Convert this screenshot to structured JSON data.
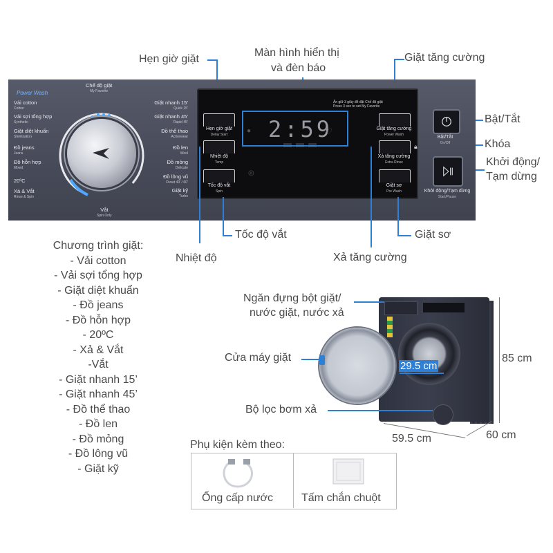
{
  "callouts": {
    "hen_gio_giat": "Hẹn giờ giặt",
    "man_hinh_1": "Màn hình hiển thị",
    "man_hinh_2": "và đèn báo",
    "giat_tang_cuong": "Giặt tăng cường",
    "bat_tat": "Bật/Tắt",
    "khoa": "Khóa",
    "khoi_dong_1": "Khởi động/",
    "khoi_dong_2": "Tạm dừng",
    "toc_do_vat": "Tốc độ vắt",
    "giat_so": "Giặt sơ",
    "nhiet_do": "Nhiệt độ",
    "xa_tang_cuong": "Xả tăng cường",
    "ngan_dung_1": "Ngăn đựng bột giặt/",
    "ngan_dung_2": "nước giặt, nước xả",
    "cua_may_giat": "Cửa máy giặt",
    "bo_loc": "Bộ lọc bơm xả"
  },
  "programs": {
    "title": "Chương trình giặt:",
    "items": [
      "- Vải cotton",
      "- Vải sợi tổng hợp",
      "- Giặt diệt khuẩn",
      "- Đồ jeans",
      "- Đồ hỗn hợp",
      "- 20ºC",
      "- Xả & Vắt",
      "-Vắt",
      "- Giặt nhanh 15’",
      "- Giặt nhanh 45’",
      "- Đồ thể thao",
      "- Đồ len",
      "- Đồ mỏng",
      "- Đồ lông vũ",
      "- Giặt kỹ"
    ]
  },
  "panel": {
    "power_wash": "Power Wash",
    "fav_title": "Chế độ giặt",
    "fav_sub": "My Favorite",
    "left_labels": [
      {
        "main": "Vải cotton",
        "sub": "Cotton"
      },
      {
        "main": "Vải sợi tổng hợp",
        "sub": "Synthetic"
      },
      {
        "main": "Giặt diệt khuẩn",
        "sub": "Sterilization"
      },
      {
        "main": "Đồ jeans",
        "sub": "Jeans"
      },
      {
        "main": "Đồ hỗn hợp",
        "sub": "Mixed"
      },
      {
        "main": "20ºC",
        "sub": ""
      },
      {
        "main": "Xả & Vắt",
        "sub": "Rinse & Spin"
      }
    ],
    "right_labels": [
      {
        "main": "Giặt nhanh 15’",
        "sub": "Quick 15’"
      },
      {
        "main": "Giặt nhanh 45’",
        "sub": "Rapid 45’"
      },
      {
        "main": "Đồ thể thao",
        "sub": "Activewear"
      },
      {
        "main": "Đồ len",
        "sub": "Wool"
      },
      {
        "main": "Đồ mỏng",
        "sub": "Delicate"
      },
      {
        "main": "Đồ lông vũ",
        "sub": "Duvet 40’ / 60’"
      },
      {
        "main": "Giặt kỹ",
        "sub": "Turbo"
      }
    ],
    "spin_main": "Vắt",
    "spin_sub": "Spin Only",
    "display_hint": "Ấn giữ 3 giây để đặt Chế độ giặt",
    "display_hint_sub": "Press 3 sec to set My Favorite",
    "time": "2:59",
    "btn_delay_main": "Hẹn giờ giặt",
    "btn_delay_sub": "Delay Start",
    "btn_temp_main": "Nhiệt độ",
    "btn_temp_sub": "Temp",
    "btn_spin_main": "Tốc độ vắt",
    "btn_spin_sub": "Spin",
    "btn_power_main": "Giặt tăng cường",
    "btn_power_sub": "Power Wash",
    "btn_rinse_main": "Xả tăng cường",
    "btn_rinse_sub": "Extra Rinse",
    "btn_pre_main": "Giặt sơ",
    "btn_pre_sub": "Pre Wash",
    "onoff_main": "Bật/Tắt",
    "onoff_sub": "On/Off",
    "start_main": "Khởi động/Tạm dừng",
    "start_sub": "Start/Pause"
  },
  "dimensions": {
    "height": "85 cm",
    "depth": "60 cm",
    "width": "59.5 cm",
    "door": "29.5 cm"
  },
  "accessories": {
    "title": "Phụ kiện kèm theo:",
    "items": [
      "Ống cấp nước",
      "Tấm chắn chuột"
    ]
  },
  "colors": {
    "accent": "#2e7fd6",
    "panel": "#4b4f5e",
    "machine": "#323644"
  }
}
